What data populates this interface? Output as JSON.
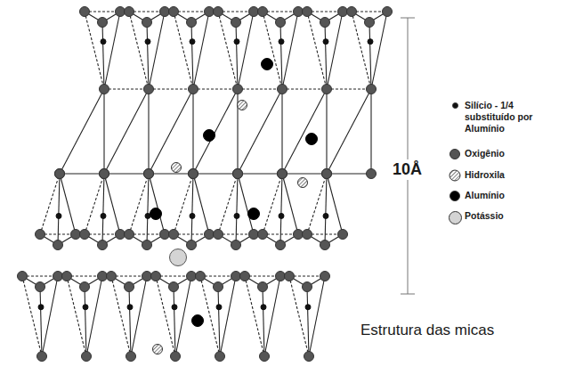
{
  "diagram": {
    "caption": "Estrutura das micas",
    "labels": [
      "10Å"
    ],
    "legend": [
      {
        "text": "Silício - 1/4 substituído por Alumínio",
        "color": "#111111"
      },
      {
        "text": "Oxigênio",
        "color": "#555555"
      },
      {
        "text": "Hidroxila"
      },
      {
        "text": "Alumínio",
        "color": "#000000"
      },
      {
        "text": "Potássio",
        "color": "#d4d4d4"
      }
    ]
  }
}
